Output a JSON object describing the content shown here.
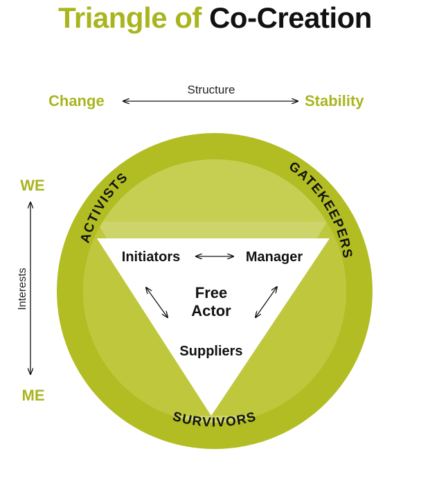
{
  "title": {
    "part1": "Triangle of",
    "part2": "Co-Creation"
  },
  "structure_axis": {
    "label": "Structure",
    "left": "Change",
    "right": "Stability"
  },
  "interests_axis": {
    "label": "Interests",
    "top": "WE",
    "bottom": "ME"
  },
  "ring_labels": {
    "left": "ACTIVISTS",
    "right": "GATEKEEPERS",
    "bottom": "SURVIVORS"
  },
  "triangle": {
    "top_left": "Initiators",
    "top_right": "Manager",
    "center_line1": "Free",
    "center_line2": "Actor",
    "bottom": "Suppliers"
  },
  "colors": {
    "accent": "#a9b51e",
    "ring": "#b1bd23",
    "inner": "#cdd56a",
    "triangle": "#ffffff",
    "text": "#111111"
  }
}
